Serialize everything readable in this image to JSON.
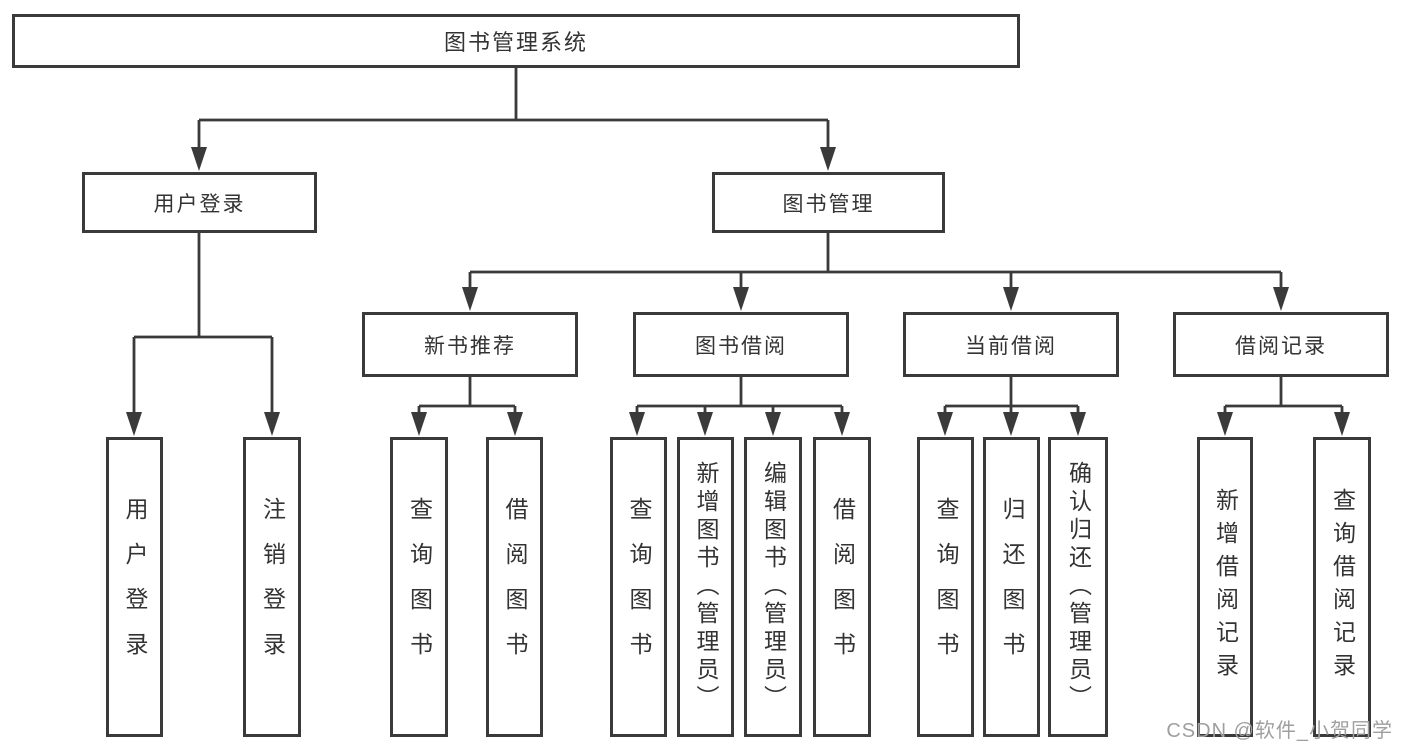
{
  "colors": {
    "line": "#3a3a3a",
    "text": "#333333",
    "watermark": "#9f9f9f",
    "canvas": "#ffffff"
  },
  "root": {
    "label": "图书管理系统"
  },
  "branches": [
    {
      "label": "用户登录",
      "children": [
        "用户登录",
        "注销登录"
      ]
    },
    {
      "label": "图书管理",
      "children": [
        {
          "label": "新书推荐",
          "children": [
            "查询图书",
            "借阅图书"
          ]
        },
        {
          "label": "图书借阅",
          "children": [
            "查询图书",
            "新增图书（管理员）",
            "编辑图书（管理员）",
            "借阅图书"
          ]
        },
        {
          "label": "当前借阅",
          "children": [
            "查询图书",
            "归还图书",
            "确认归还（管理员）"
          ]
        },
        {
          "label": "借阅记录",
          "children": [
            "新增借阅记录",
            "查询借阅记录"
          ]
        }
      ]
    }
  ],
  "watermark": "CSDN @软件_小贺同学"
}
